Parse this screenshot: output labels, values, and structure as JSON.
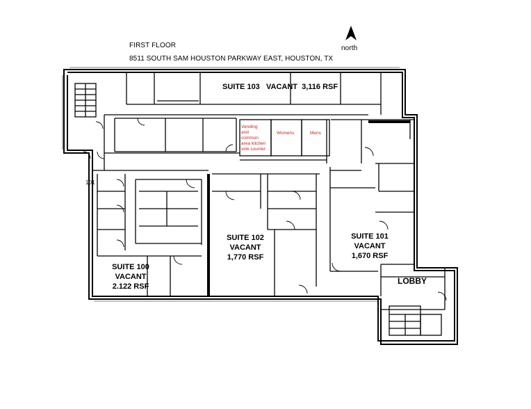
{
  "header": {
    "floor": "FIRST FLOOR",
    "address": "8511 SOUTH SAM HOUSTON PARKWAY EAST, HOUSTON, TX",
    "north": "north"
  },
  "suites": {
    "s103": {
      "name": "SUITE 103",
      "status": "VACANT",
      "area": "3,116 RSF"
    },
    "s102": {
      "name": "SUITE 102",
      "status": "VACANT",
      "area": "1,770 RSF"
    },
    "s101": {
      "name": "SUITE 101",
      "status": "VACANT",
      "area": "1,670 RSF"
    },
    "s100": {
      "name": "SUITE 100",
      "status": "VACANT",
      "area": "2.122 RSF"
    }
  },
  "lobby": "LOBBY",
  "annotations": {
    "vending": [
      "Vending",
      "and",
      "common",
      "area kitchen",
      "sink counter"
    ],
    "womens": "Womens",
    "mens": "Mens"
  },
  "room_number": "101",
  "colors": {
    "annotation": "#d02020",
    "walls": "#000000"
  }
}
